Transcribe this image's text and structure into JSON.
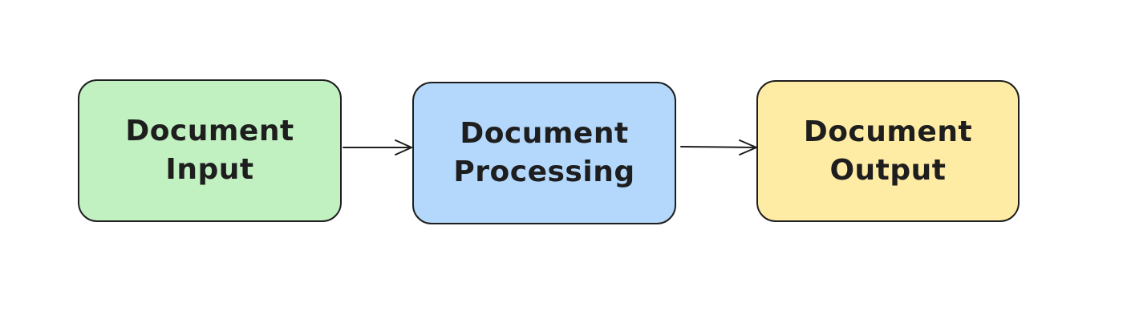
{
  "nodes": [
    {
      "id": "input",
      "line1": "Document",
      "line2": "Input",
      "fill": "#c1f0c1"
    },
    {
      "id": "processing",
      "line1": "Document",
      "line2": "Processing",
      "fill": "#b3d8fb"
    },
    {
      "id": "output",
      "line1": "Document",
      "line2": "Output",
      "fill": "#feeca4"
    }
  ],
  "edges": [
    {
      "from": "input",
      "to": "processing"
    },
    {
      "from": "processing",
      "to": "output"
    }
  ],
  "colors": {
    "stroke": "#1e1e1e",
    "background": "#ffffff"
  }
}
